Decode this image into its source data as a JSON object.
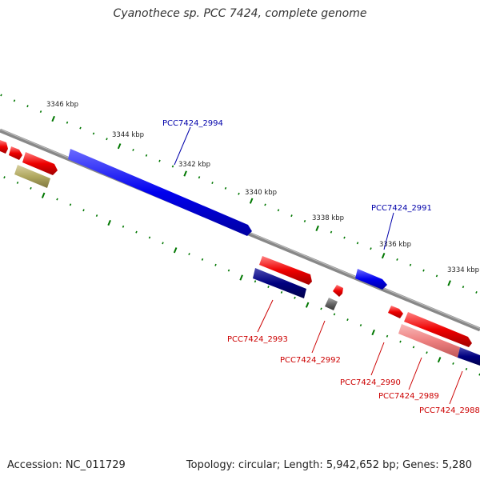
{
  "title": "Cyanothece sp. PCC 7424, complete genome",
  "footer": {
    "accession": "Accession: NC_011729",
    "topology": "Topology: circular; Length: 5,942,652 bp; Genes: 5,280"
  },
  "colors": {
    "backbone": "#888888",
    "plus_strand_cds": "#0000ee",
    "minus_strand_cds": "#ee0000",
    "dark_blue": "#000080",
    "pink": "#ee8080",
    "olive": "#b0a860",
    "gray": "#666666",
    "tick": "#007700",
    "blue_label": "#0000aa",
    "red_label": "#cc0000"
  },
  "scale_labels": [
    "3346 kbp",
    "3344 kbp",
    "3342 kbp",
    "3340 kbp",
    "3338 kbp",
    "3336 kbp",
    "3334 kbp"
  ],
  "gene_labels": [
    {
      "id": "PCC7424_2994",
      "strand": "plus"
    },
    {
      "id": "PCC7424_2991",
      "strand": "plus"
    },
    {
      "id": "PCC7424_2993",
      "strand": "minus"
    },
    {
      "id": "PCC7424_2992",
      "strand": "minus"
    },
    {
      "id": "PCC7424_2990",
      "strand": "minus"
    },
    {
      "id": "PCC7424_2989",
      "strand": "minus"
    },
    {
      "id": "PCC7424_2988",
      "strand": "minus"
    }
  ]
}
